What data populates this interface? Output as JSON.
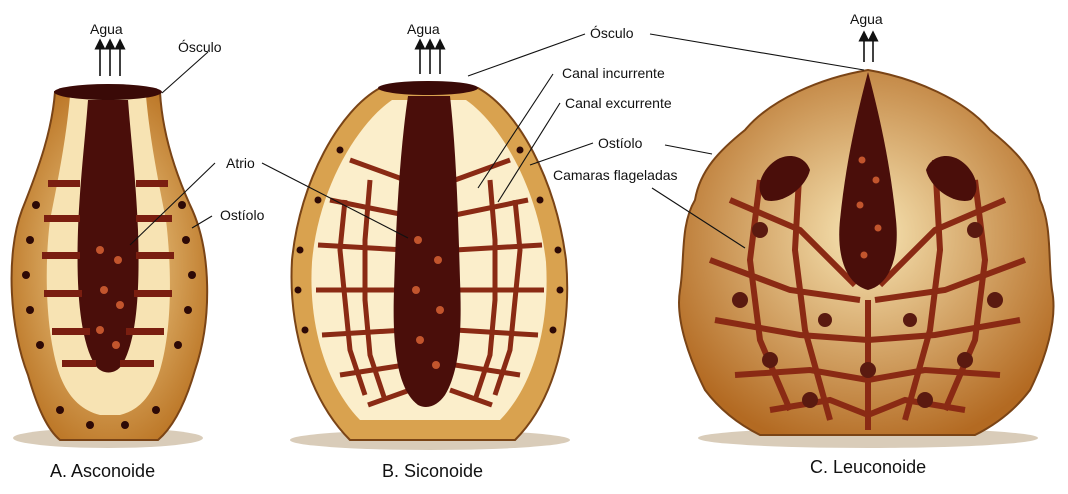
{
  "labels": {
    "agua": "Agua",
    "osculo": "Ósculo",
    "atrio": "Atrio",
    "ostiolo": "Ostíolo",
    "canal_incurrente": "Canal incurrente",
    "canal_excurrente": "Canal excurrente",
    "camaras_flageladas": "Camaras flageladas"
  },
  "captions": {
    "asconoide": "A. Asconoide",
    "siconoide": "B. Siconoide",
    "leuconoide": "C. Leuconoide"
  },
  "colors": {
    "wall": "#c98a35",
    "wall_light": "#f3dca0",
    "interior": "#fbeecb",
    "dark": "#4a0e0a",
    "canal": "#8a2a14",
    "pore": "#d4703a",
    "ground": "#b9a48a"
  }
}
